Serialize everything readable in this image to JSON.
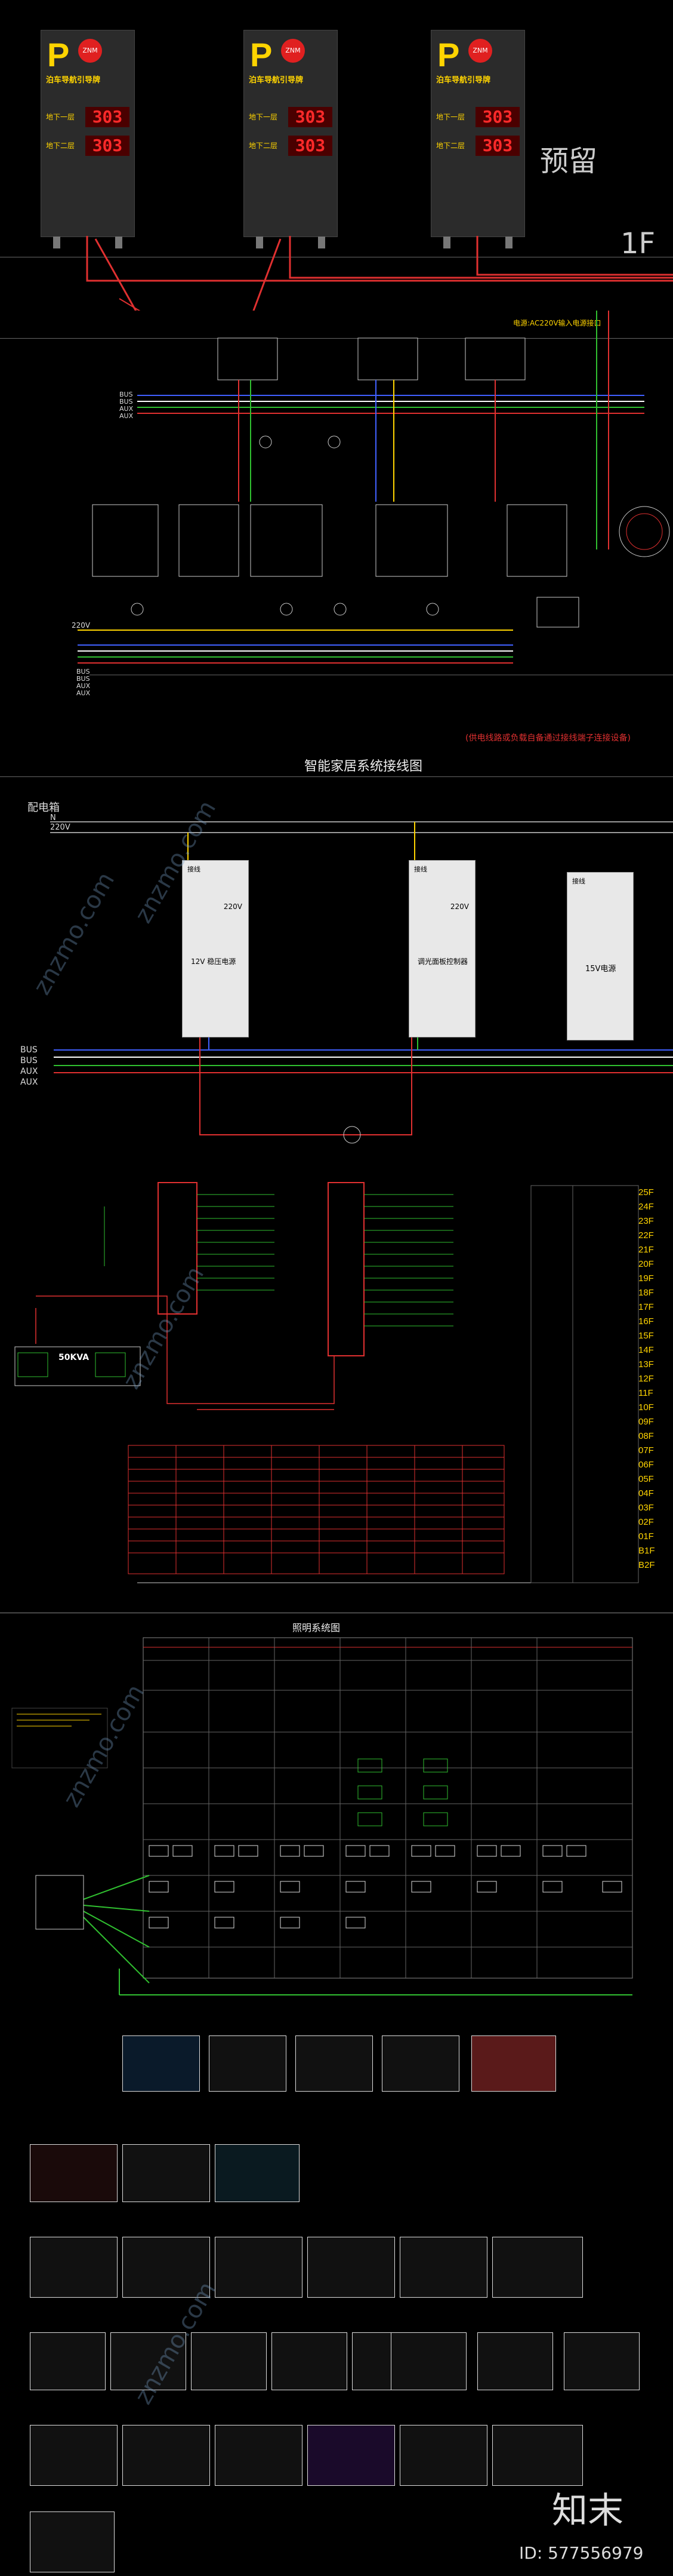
{
  "signs": {
    "title": "泊车导航引导牌",
    "parking_letter": "P",
    "logo_text": "ZNM",
    "rows": [
      {
        "label": "地下一层",
        "value": "303"
      },
      {
        "label": "地下二层",
        "value": "303"
      }
    ],
    "reserved_label": "预留",
    "floor_label": "1F"
  },
  "smart_home": {
    "power_note": "电源:AC220V输入电源接口",
    "bus_labels": [
      "BUS",
      "BUS",
      "AUX",
      "AUX"
    ],
    "voltage_label": "220V",
    "red_note": "(供电线路或负载自备通过接线端子连接设备)",
    "title": "智能家居系统接线图"
  },
  "distribution": {
    "box_label": "配电箱",
    "neutral": "N",
    "voltage": "220V",
    "modules": [
      {
        "header": "接线",
        "voltage": "220V",
        "name": "12V 稳压电源"
      },
      {
        "header": "接线",
        "voltage": "220V",
        "name": "调光面板控制器"
      },
      {
        "header": "接线",
        "voltage": "",
        "name": "15V电源"
      }
    ],
    "bus_labels": [
      "BUS",
      "BUS",
      "AUX",
      "AUX"
    ]
  },
  "riser": {
    "box_label": "50KVA",
    "floors": [
      "25F",
      "24F",
      "23F",
      "22F",
      "21F",
      "20F",
      "19F",
      "18F",
      "17F",
      "16F",
      "15F",
      "14F",
      "13F",
      "12F",
      "11F",
      "10F",
      "09F",
      "08F",
      "07F",
      "06F",
      "05F",
      "04F",
      "03F",
      "02F",
      "01F",
      "B1F",
      "B2F"
    ]
  },
  "lighting": {
    "title": "照明系统图"
  },
  "watermark": {
    "text": "znzmo.com",
    "brand": "知末",
    "id_text": "ID: 577556979"
  }
}
